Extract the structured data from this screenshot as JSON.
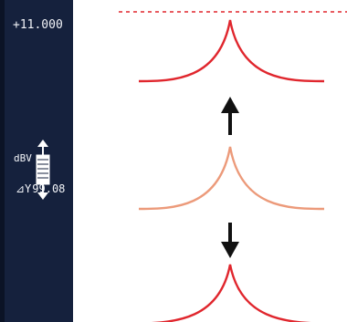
{
  "scale_panel": {
    "offset_value": "+11.000",
    "unit_label": "dBV",
    "delta_label": "⊿Y",
    "delta_value": "99.08"
  },
  "colors": {
    "panel_bg": "#15213d",
    "trace_red": "#e0262d",
    "trace_faded": "#ec9a7a",
    "arrow": "#111111",
    "reference_line": "#e0262d"
  },
  "icons": {
    "scale_handle": "vertical-scale-double-arrow-icon",
    "up_arrow": "arrow-up-icon",
    "down_arrow": "arrow-down-icon"
  }
}
